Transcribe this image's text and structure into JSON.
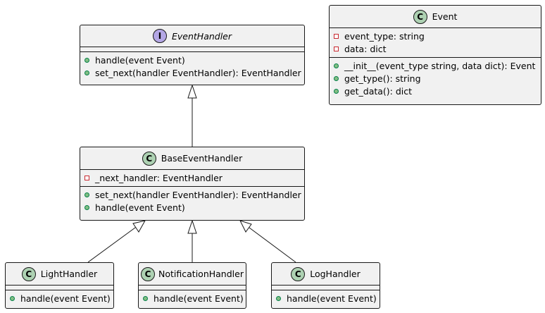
{
  "classes": {
    "event_handler": {
      "kind": "interface",
      "badge": "I",
      "name": "EventHandler",
      "fields": [],
      "methods": [
        {
          "vis": "public",
          "text": "handle(event Event)"
        },
        {
          "vis": "public",
          "text": "set_next(handler EventHandler): EventHandler"
        }
      ]
    },
    "event": {
      "kind": "class",
      "badge": "C",
      "name": "Event",
      "fields": [
        {
          "vis": "private",
          "text": "event_type: string"
        },
        {
          "vis": "private",
          "text": "data: dict"
        }
      ],
      "methods": [
        {
          "vis": "public",
          "text": "__init__(event_type string, data dict): Event"
        },
        {
          "vis": "public",
          "text": "get_type(): string"
        },
        {
          "vis": "public",
          "text": "get_data(): dict"
        }
      ]
    },
    "base_event_handler": {
      "kind": "class",
      "badge": "C",
      "name": "BaseEventHandler",
      "fields": [
        {
          "vis": "private",
          "text": "_next_handler: EventHandler"
        }
      ],
      "methods": [
        {
          "vis": "public",
          "text": "set_next(handler EventHandler): EventHandler"
        },
        {
          "vis": "public",
          "text": "handle(event Event)"
        }
      ]
    },
    "light_handler": {
      "kind": "class",
      "badge": "C",
      "name": "LightHandler",
      "fields": [],
      "methods": [
        {
          "vis": "public",
          "text": "handle(event Event)"
        }
      ]
    },
    "notification_handler": {
      "kind": "class",
      "badge": "C",
      "name": "NotificationHandler",
      "fields": [],
      "methods": [
        {
          "vis": "public",
          "text": "handle(event Event)"
        }
      ]
    },
    "log_handler": {
      "kind": "class",
      "badge": "C",
      "name": "LogHandler",
      "fields": [],
      "methods": [
        {
          "vis": "public",
          "text": "handle(event Event)"
        }
      ]
    }
  },
  "relations": [
    {
      "type": "realization",
      "from": "BaseEventHandler",
      "to": "EventHandler"
    },
    {
      "type": "inheritance",
      "from": "LightHandler",
      "to": "BaseEventHandler"
    },
    {
      "type": "inheritance",
      "from": "NotificationHandler",
      "to": "BaseEventHandler"
    },
    {
      "type": "inheritance",
      "from": "LogHandler",
      "to": "BaseEventHandler"
    }
  ],
  "colors": {
    "class_badge": "#add1b2",
    "interface_badge": "#b4a7e5",
    "box_fill": "#f1f1f1",
    "border": "#181818",
    "public_dot": "#84be84",
    "private_square": "#c82930"
  }
}
